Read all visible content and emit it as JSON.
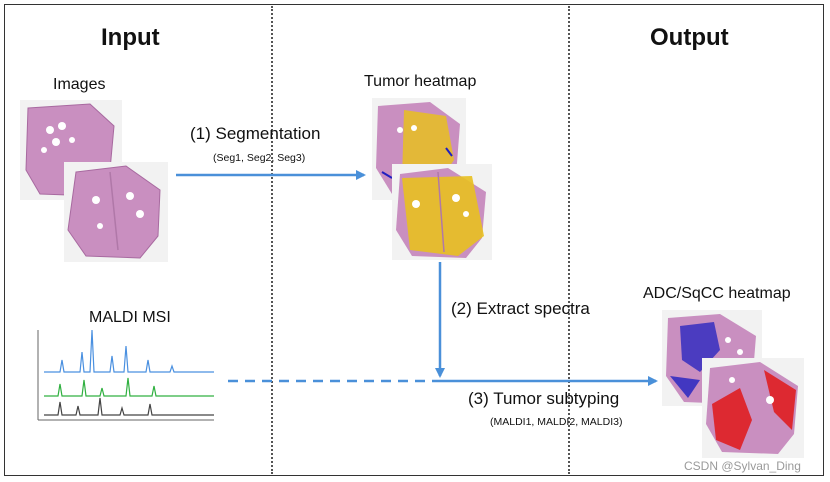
{
  "header": {
    "input_title": "Input",
    "output_title": "Output"
  },
  "labels": {
    "images": "Images",
    "tumor_heatmap": "Tumor heatmap",
    "maldi_msi": "MALDI MSI",
    "subtype_heatmap": "ADC/SqCC heatmap"
  },
  "steps": {
    "segmentation": "(1) Segmentation",
    "segmentation_models": "(Seg1, Seg2, Seg3)",
    "extract": "(2) Extract spectra",
    "subtyping": "(3) Tumor subtyping",
    "subtyping_models": "(MALDI1, MALDI2, MALDI3)"
  },
  "watermark": "CSDN @Sylvan_Ding",
  "colors": {
    "arrow": "#4a90d9",
    "tissue": "#c890c0",
    "tumor_overlay": "#e8c020",
    "adc": "#2020c0",
    "sqcc": "#e01818",
    "spectrum_1": "#4a90e0",
    "spectrum_2": "#30b040",
    "spectrum_3": "#444444"
  }
}
